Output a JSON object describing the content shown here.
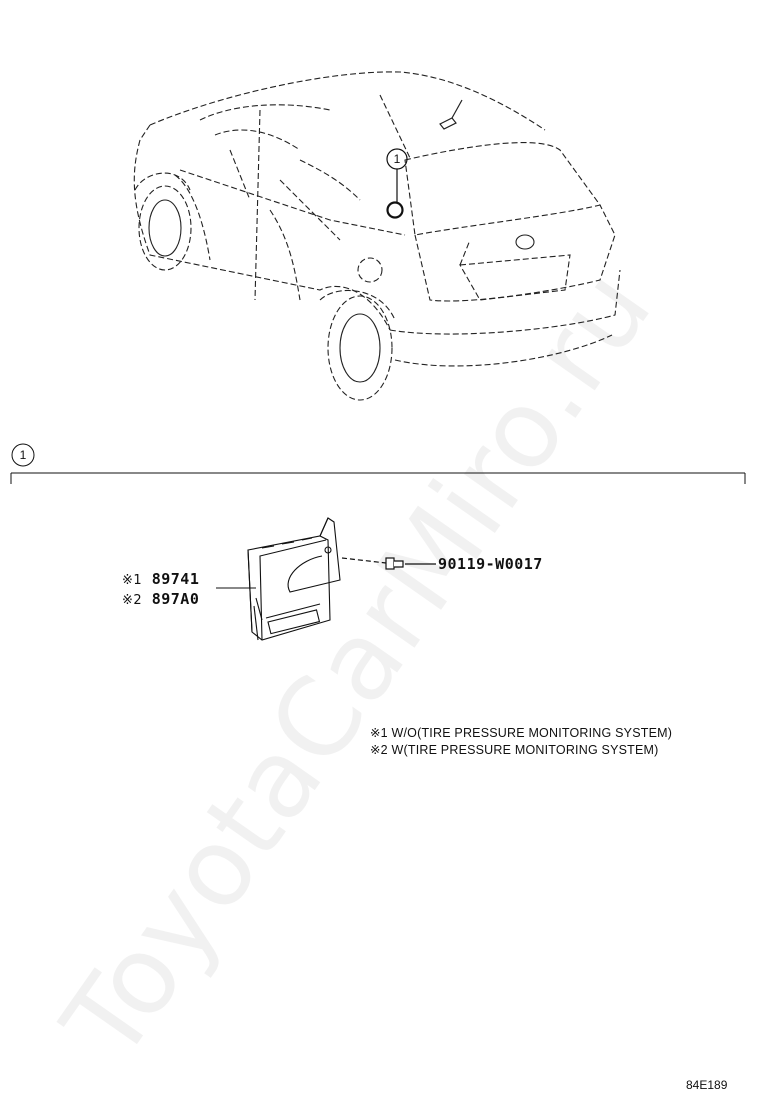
{
  "watermark": "ToyotaCarMiro.ru",
  "callout": {
    "number": "1"
  },
  "section": {
    "number": "1"
  },
  "parts": {
    "main_marker_1": "※1",
    "main_part_1": "89741",
    "main_marker_2": "※2",
    "main_part_2": "897A0",
    "bolt_part": "90119-W0017"
  },
  "notes": [
    "※1 W/O(TIRE PRESSURE MONITORING SYSTEM)",
    "※2 W(TIRE PRESSURE MONITORING SYSTEM)"
  ],
  "figure_ref": "84E189"
}
